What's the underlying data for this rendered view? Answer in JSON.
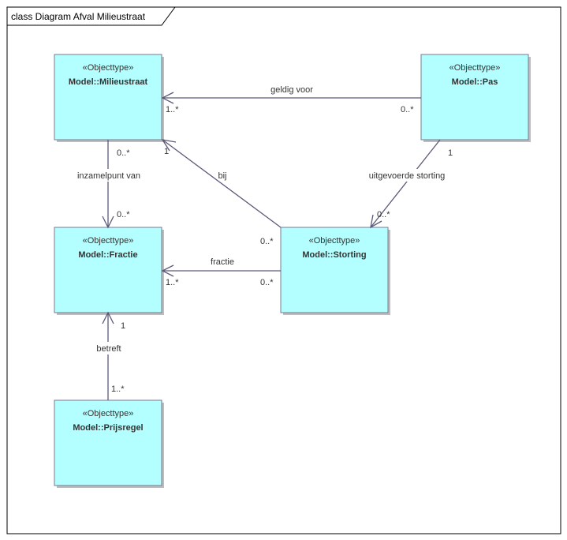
{
  "frame": {
    "title": "class Diagram Afval Milieustraat"
  },
  "classes": {
    "milieustraat": {
      "stereotype": "«Objecttype»",
      "name": "Model::Milieustraat"
    },
    "pas": {
      "stereotype": "«Objecttype»",
      "name": "Model::Pas"
    },
    "fractie": {
      "stereotype": "«Objecttype»",
      "name": "Model::Fractie"
    },
    "storting": {
      "stereotype": "«Objecttype»",
      "name": "Model::Storting"
    },
    "prijsregel": {
      "stereotype": "«Objecttype»",
      "name": "Model::Prijsregel"
    }
  },
  "associations": {
    "geldig_voor": {
      "label": "geldig voor",
      "source_mult": "0..*",
      "target_mult": "1..*"
    },
    "inzamelpunt": {
      "label": "inzamelpunt van",
      "source_mult": "0..*",
      "target_mult": "0..*"
    },
    "bij": {
      "label": "bij",
      "source_mult": "0..*",
      "target_mult": "1"
    },
    "uitgevoerd": {
      "label": "uitgevoerde storting",
      "source_mult": "1",
      "target_mult": "0..*"
    },
    "fractie": {
      "label": "fractie",
      "source_mult": "0..*",
      "target_mult": "1..*"
    },
    "betreft": {
      "label": "betreft",
      "source_mult": "1..*",
      "target_mult": "1"
    }
  }
}
